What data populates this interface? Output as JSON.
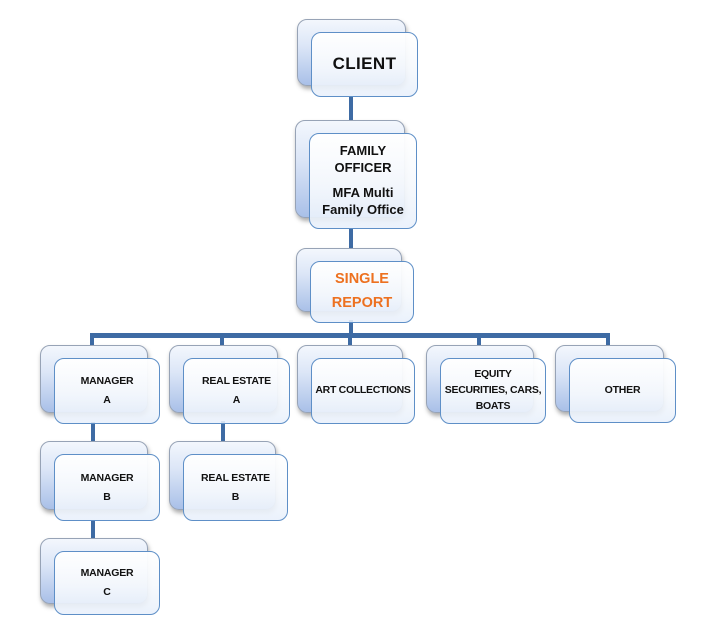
{
  "diagram_type": "org-chart",
  "colors": {
    "connector": "#3E6BA4",
    "card_border": "#5E8FC7",
    "shadow_card_fill": "#A9C0E8",
    "highlight_text": "#ED7120",
    "text": "#000000"
  },
  "nodes": {
    "client": {
      "label": "CLIENT"
    },
    "family_officer": {
      "title": "FAMILY\nOFFICER",
      "subtitle": "MFA Multi\nFamily Office"
    },
    "single_report": {
      "label": "SINGLE\nREPORT",
      "text_color": "#ED7120"
    },
    "manager_a": {
      "label": "MANAGER\nA"
    },
    "real_estate_a": {
      "label": "REAL ESTATE\nA"
    },
    "art_collections": {
      "label": "ART COLLECTIONS"
    },
    "equity_securities": {
      "label": "EQUITY\nSECURITIES, CARS,\nBOATS"
    },
    "other": {
      "label": "OTHER"
    },
    "manager_b": {
      "label": "MANAGER\nB"
    },
    "real_estate_b": {
      "label": "REAL ESTATE\nB"
    },
    "manager_c": {
      "label": "MANAGER\nC"
    }
  },
  "edges": [
    [
      "CLIENT",
      "FAMILY OFFICER"
    ],
    [
      "FAMILY OFFICER",
      "SINGLE REPORT"
    ],
    [
      "SINGLE REPORT",
      "MANAGER A"
    ],
    [
      "SINGLE REPORT",
      "REAL ESTATE A"
    ],
    [
      "SINGLE REPORT",
      "ART COLLECTIONS"
    ],
    [
      "SINGLE REPORT",
      "EQUITY SECURITIES, CARS, BOATS"
    ],
    [
      "SINGLE REPORT",
      "OTHER"
    ],
    [
      "MANAGER A",
      "MANAGER B"
    ],
    [
      "MANAGER B",
      "MANAGER C"
    ],
    [
      "REAL ESTATE A",
      "REAL ESTATE B"
    ]
  ]
}
